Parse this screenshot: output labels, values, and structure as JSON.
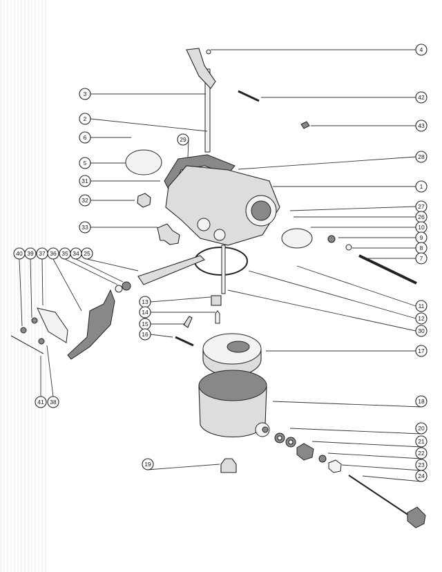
{
  "diagram": {
    "type": "exploded-parts-view",
    "callouts": [
      {
        "id": "4",
        "label": "4"
      },
      {
        "id": "42",
        "label": "42"
      },
      {
        "id": "43",
        "label": "43"
      },
      {
        "id": "28",
        "label": "28"
      },
      {
        "id": "1",
        "label": "1"
      },
      {
        "id": "27",
        "label": "27"
      },
      {
        "id": "26",
        "label": "26"
      },
      {
        "id": "10",
        "label": "10"
      },
      {
        "id": "9",
        "label": "9"
      },
      {
        "id": "8",
        "label": "8"
      },
      {
        "id": "7",
        "label": "7"
      },
      {
        "id": "11",
        "label": "11"
      },
      {
        "id": "12",
        "label": "12"
      },
      {
        "id": "30",
        "label": "30"
      },
      {
        "id": "17",
        "label": "17"
      },
      {
        "id": "18",
        "label": "18"
      },
      {
        "id": "20",
        "label": "20"
      },
      {
        "id": "21",
        "label": "21"
      },
      {
        "id": "22",
        "label": "22"
      },
      {
        "id": "23",
        "label": "23"
      },
      {
        "id": "24",
        "label": "24"
      },
      {
        "id": "3",
        "label": "3"
      },
      {
        "id": "2",
        "label": "2"
      },
      {
        "id": "6",
        "label": "6"
      },
      {
        "id": "5",
        "label": "5"
      },
      {
        "id": "31",
        "label": "31"
      },
      {
        "id": "32",
        "label": "32"
      },
      {
        "id": "33",
        "label": "33"
      },
      {
        "id": "29",
        "label": "29"
      },
      {
        "id": "40",
        "label": "40"
      },
      {
        "id": "39",
        "label": "39"
      },
      {
        "id": "37",
        "label": "37"
      },
      {
        "id": "36",
        "label": "36"
      },
      {
        "id": "35",
        "label": "35"
      },
      {
        "id": "34",
        "label": "34"
      },
      {
        "id": "25",
        "label": "25"
      },
      {
        "id": "13",
        "label": "13"
      },
      {
        "id": "14",
        "label": "14"
      },
      {
        "id": "15",
        "label": "15"
      },
      {
        "id": "16",
        "label": "16"
      },
      {
        "id": "19",
        "label": "19"
      },
      {
        "id": "41",
        "label": "41"
      },
      {
        "id": "38",
        "label": "38"
      }
    ]
  }
}
